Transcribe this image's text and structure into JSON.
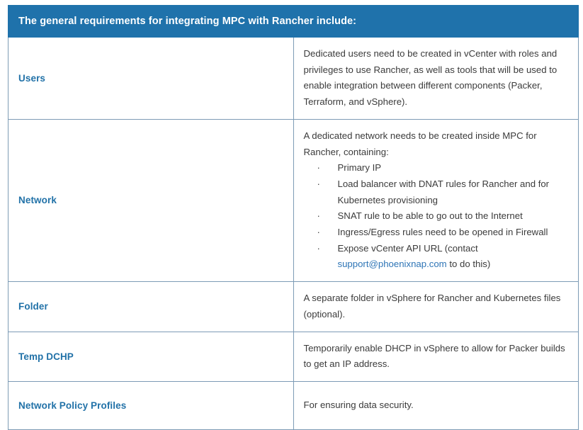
{
  "table": {
    "header": "The general requirements for integrating MPC with Rancher include:",
    "rows": [
      {
        "label": "Users",
        "body": "Dedicated users need to be created in vCenter with roles and privileges to use Rancher, as well as tools that will be used to enable integration between different components (Packer, Terraform, and vSphere)."
      },
      {
        "label": "Network",
        "intro": "A dedicated network needs to be created inside MPC for Rancher, containing:",
        "bullets": [
          {
            "text": "Primary IP"
          },
          {
            "text": "Load balancer with DNAT rules for Rancher and for Kubernetes provisioning"
          },
          {
            "text": "SNAT rule to be able to go out to the Internet"
          },
          {
            "text": "Ingress/Egress rules need to be opened in Firewall"
          },
          {
            "prefix": "Expose vCenter API URL (contact ",
            "link": "support@phoenixnap.com",
            "suffix": " to do this)"
          }
        ],
        "bullet_marker": "·"
      },
      {
        "label": "Folder",
        "body": "A separate folder in vSphere for Rancher and Kubernetes files (optional)."
      },
      {
        "label": "Temp DCHP",
        "body": "Temporarily enable DHCP in vSphere to allow for Packer builds to get an IP address."
      },
      {
        "label": "Network Policy Profiles",
        "body": "For ensuring data security."
      }
    ]
  },
  "colors": {
    "header_background": "#1f72ab",
    "header_text": "#ffffff",
    "label_text": "#2272a8",
    "body_text": "#3b3b3b",
    "border": "#7d9bb5",
    "link": "#2e75b6"
  }
}
